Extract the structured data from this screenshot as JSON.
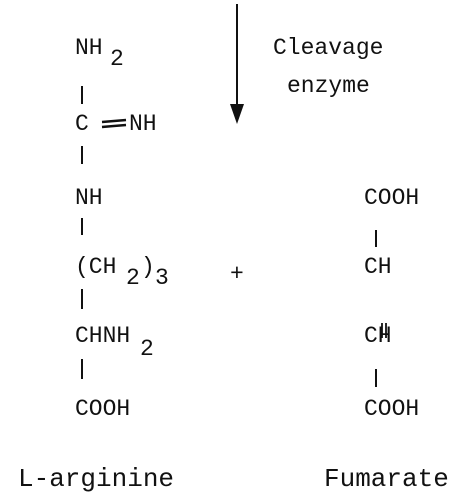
{
  "arginine": {
    "row1_main": "NH",
    "row1_sub": "2",
    "row2_left": "C",
    "row2_right": "NH",
    "row3": "NH",
    "row4_open": "(CH",
    "row4_sub": "2",
    "row4_close": ")",
    "row4_sub2": "3",
    "row5_main": "CHNH",
    "row5_sub": "2",
    "row6": "COOH",
    "name": "L-arginine"
  },
  "plus": "+",
  "arrow": {
    "label_line1": "Cleavage",
    "label_line2": "enzyme"
  },
  "fumarate": {
    "row1": "COOH",
    "row2": "CH",
    "row3": "CH",
    "row4": "COOH",
    "name": "Fumarate"
  }
}
